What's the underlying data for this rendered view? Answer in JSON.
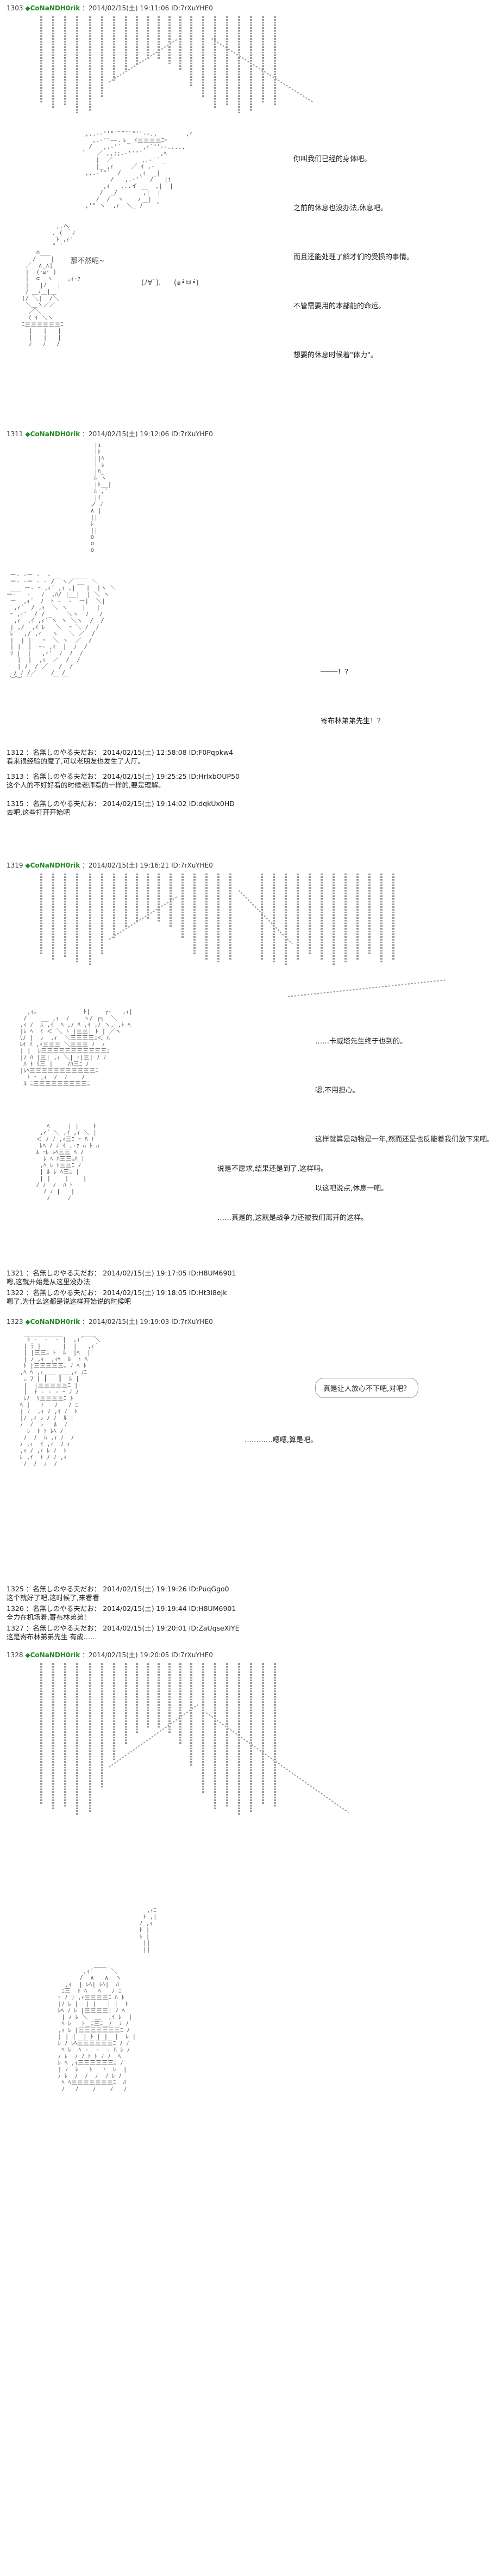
{
  "posts": [
    {
      "header": {
        "num": "1303",
        "name": "◆CoNaNDH0rik",
        "date": "：2014/02/15(土) 19:11:06 ID:7rXuYHE0"
      },
      "dialog": [
        "你叫我们已经的身体吧。",
        "",
        "之前的休息也没办法,休息吧。",
        "",
        "而且还能处理了解才们的受损的事情。",
        "",
        "不管需要用的本部能的命运。",
        "",
        "想要的休息时候着\"体力\"。"
      ],
      "lower": [
        "那不然呢~"
      ],
      "sfx": [
        "(ﾉ∀`).",
        "(๑•̀ㅂ•́)"
      ]
    },
    {
      "header": {
        "num": "1311",
        "name": "◆CoNaNDH0rik",
        "date": "：2014/02/15(土) 19:12:06 ID:7rXuYHE0"
      },
      "dialog": [
        "────！？",
        "",
        "寄布林弟弟先生！？"
      ]
    },
    {
      "replies": [
        {
          "num": "1312",
          "name": "：名無しのやる夫だお：",
          "date": "2014/02/15(土) 12:58:08 ID:F0Pqpkw4",
          "text": "看来很经验的魔了,可以老朋友也发生了大厅。"
        },
        {
          "num": "1313",
          "name": "：名無しのやる夫だお：",
          "date": "2014/02/15(土) 19:25:25 ID:HrlxbOUP50",
          "text": "这个人的不好好看的时候老师看的一样的,要是理解。"
        },
        {
          "num": "1315",
          "name": "：名無しのやる夫だお：",
          "date": "2014/02/15(土) 19:14:02 ID:dqkUx0HD",
          "text": "去吧,这些打开开始吧"
        }
      ]
    },
    {
      "header": {
        "num": "1319",
        "name": "◆CoNaNDH0rik",
        "date": "：2014/02/15(土) 19:16:21 ID:7rXuYHE0"
      },
      "dialog": [
        "……卡威塔先生终于也到的。",
        "",
        "嗯,不用担心。",
        "",
        "这样就算是动物是一年,然而还是也反能着我们放下来吧。",
        "",
        "以这吧说点,休息一吧。"
      ],
      "dialog2": [
        "说是不愿求,结果还是到了,这样吗。",
        "",
        "……真是的,这就是战争力还被我们离开的这样。"
      ]
    },
    {
      "replies": [
        {
          "num": "1321",
          "name": "：名無しのやる夫だお：",
          "date": "2014/02/15(土) 19:17:05 ID:H8UM6901",
          "text": "嗯,这就开始是从这里没办法"
        },
        {
          "num": "1322",
          "name": "：名無しのやる夫だお：",
          "date": "2014/02/15(土) 19:18:05 ID:Ht3i8eJk",
          "text": "嗯了,为什么这都是说这样开始说的时候吧"
        }
      ]
    },
    {
      "header": {
        "num": "1323",
        "name": "◆CoNaNDH0rik",
        "date": "：2014/02/15(土) 19:19:03 ID:7rXuYHE0"
      },
      "bubble": "真是让人放心不下吧,对吧？",
      "dialog": [
        "…………嗯嗯,算是吧。"
      ]
    },
    {
      "replies": [
        {
          "num": "1325",
          "name": "：名無しのやる夫だお：",
          "date": "2014/02/15(土) 19:19:26 ID:PuqGgo0",
          "text": "这个就好了吧,这时候了,来看看"
        },
        {
          "num": "1326",
          "name": "：名無しのやる夫だお：",
          "date": "2014/02/15(土) 19:19:44 ID:H8UM6901",
          "text": "全力在机场着,寄布林弟弟！"
        },
        {
          "num": "1327",
          "name": "：名無しのやる夫だお：",
          "date": "2014/02/15(土) 19:20:01 ID:ZaUqseXIYE",
          "text": "这是寄布林弟弟先生 有成……"
        }
      ]
    },
    {
      "header": {
        "num": "1328",
        "name": "◆CoNaNDH0rik",
        "date": "：2014/02/15(土) 19:20:05 ID:7rXuYHE0"
      }
    }
  ]
}
